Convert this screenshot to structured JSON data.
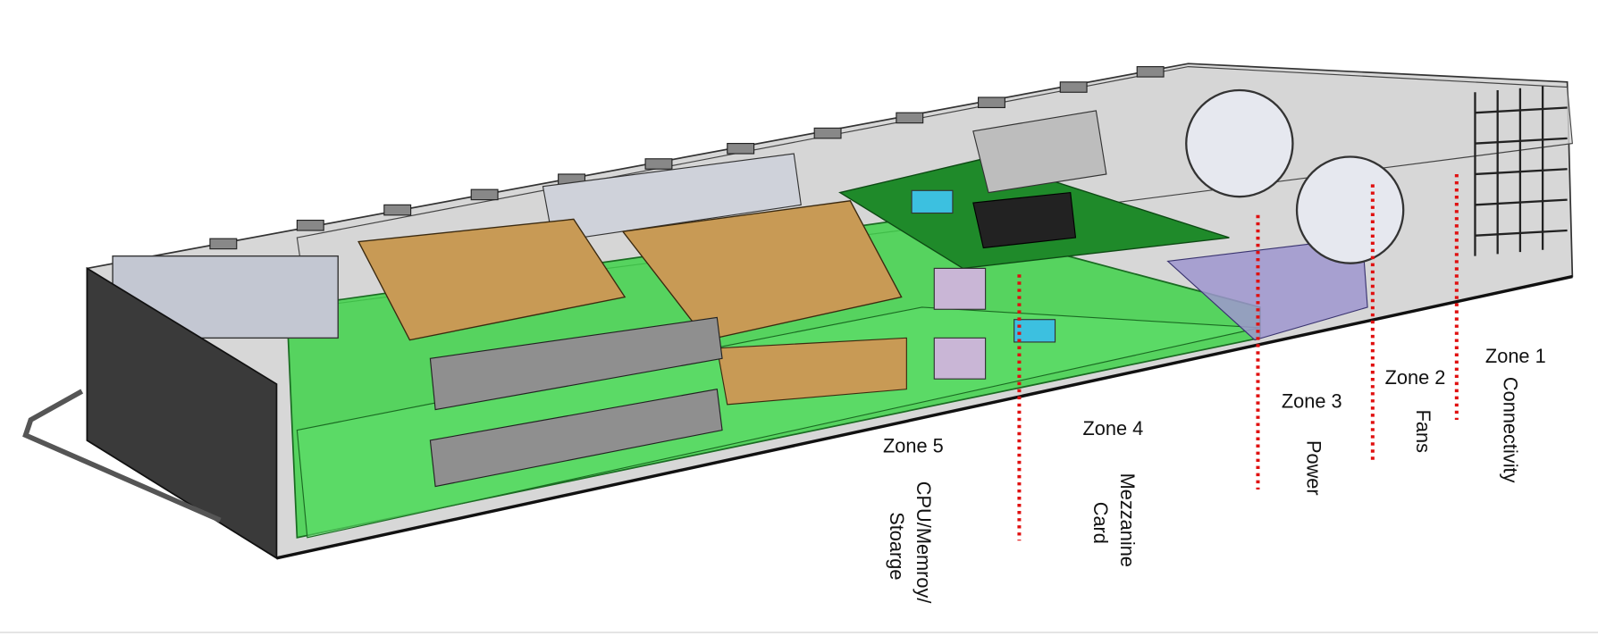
{
  "zones": [
    {
      "id": "zone-1",
      "title": "Zone 1",
      "description": [
        "Connectivity"
      ]
    },
    {
      "id": "zone-2",
      "title": "Zone 2",
      "description": [
        "Fans"
      ]
    },
    {
      "id": "zone-3",
      "title": "Zone 3",
      "description": [
        "Power"
      ]
    },
    {
      "id": "zone-4",
      "title": "Zone 4",
      "description": [
        "Mezzanine",
        "Card"
      ]
    },
    {
      "id": "zone-5",
      "title": "Zone 5",
      "description": [
        "CPU/Memroy/",
        "Stoarge"
      ]
    }
  ],
  "colors": {
    "divider": "#e01010",
    "board": "#3fd24a",
    "mezzanine": "#1f8a2a",
    "heatsink": "#c89a55",
    "chassis": "#b9b9b9",
    "power_board": "#9f97cf"
  }
}
